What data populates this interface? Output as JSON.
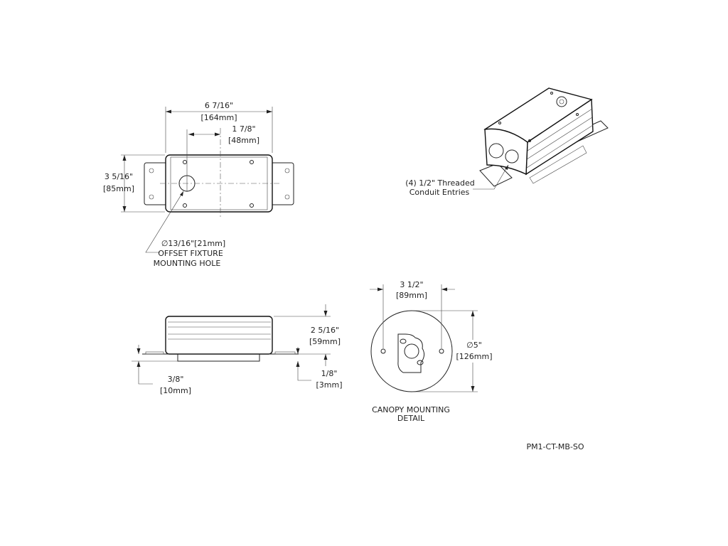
{
  "top_view": {
    "width_in": "6 7/16\"",
    "width_mm": "[164mm]",
    "offset_in": "1 7/8\"",
    "offset_mm": "[48mm]",
    "height_in": "3 5/16\"",
    "height_mm": "[85mm]",
    "hole_dia": "∅13/16\"[21mm]",
    "hole_label_1": "OFFSET FIXTURE",
    "hole_label_2": "MOUNTING HOLE"
  },
  "iso_view": {
    "label_1": "(4) 1/2\" Threaded",
    "label_2": "Conduit Entries"
  },
  "side_view": {
    "height_in": "2 5/16\"",
    "height_mm": "[59mm]",
    "flange_in": "3/8\"",
    "flange_mm": "[10mm]",
    "plate_in": "1/8\"",
    "plate_mm": "[3mm]"
  },
  "canopy": {
    "spacing_in": "3 1/2\"",
    "spacing_mm": "[89mm]",
    "dia_in": "∅5\"",
    "dia_mm": "[126mm]",
    "title_1": "CANOPY MOUNTING",
    "title_2": "DETAIL"
  },
  "part_number": "PM1-CT-MB-SO"
}
